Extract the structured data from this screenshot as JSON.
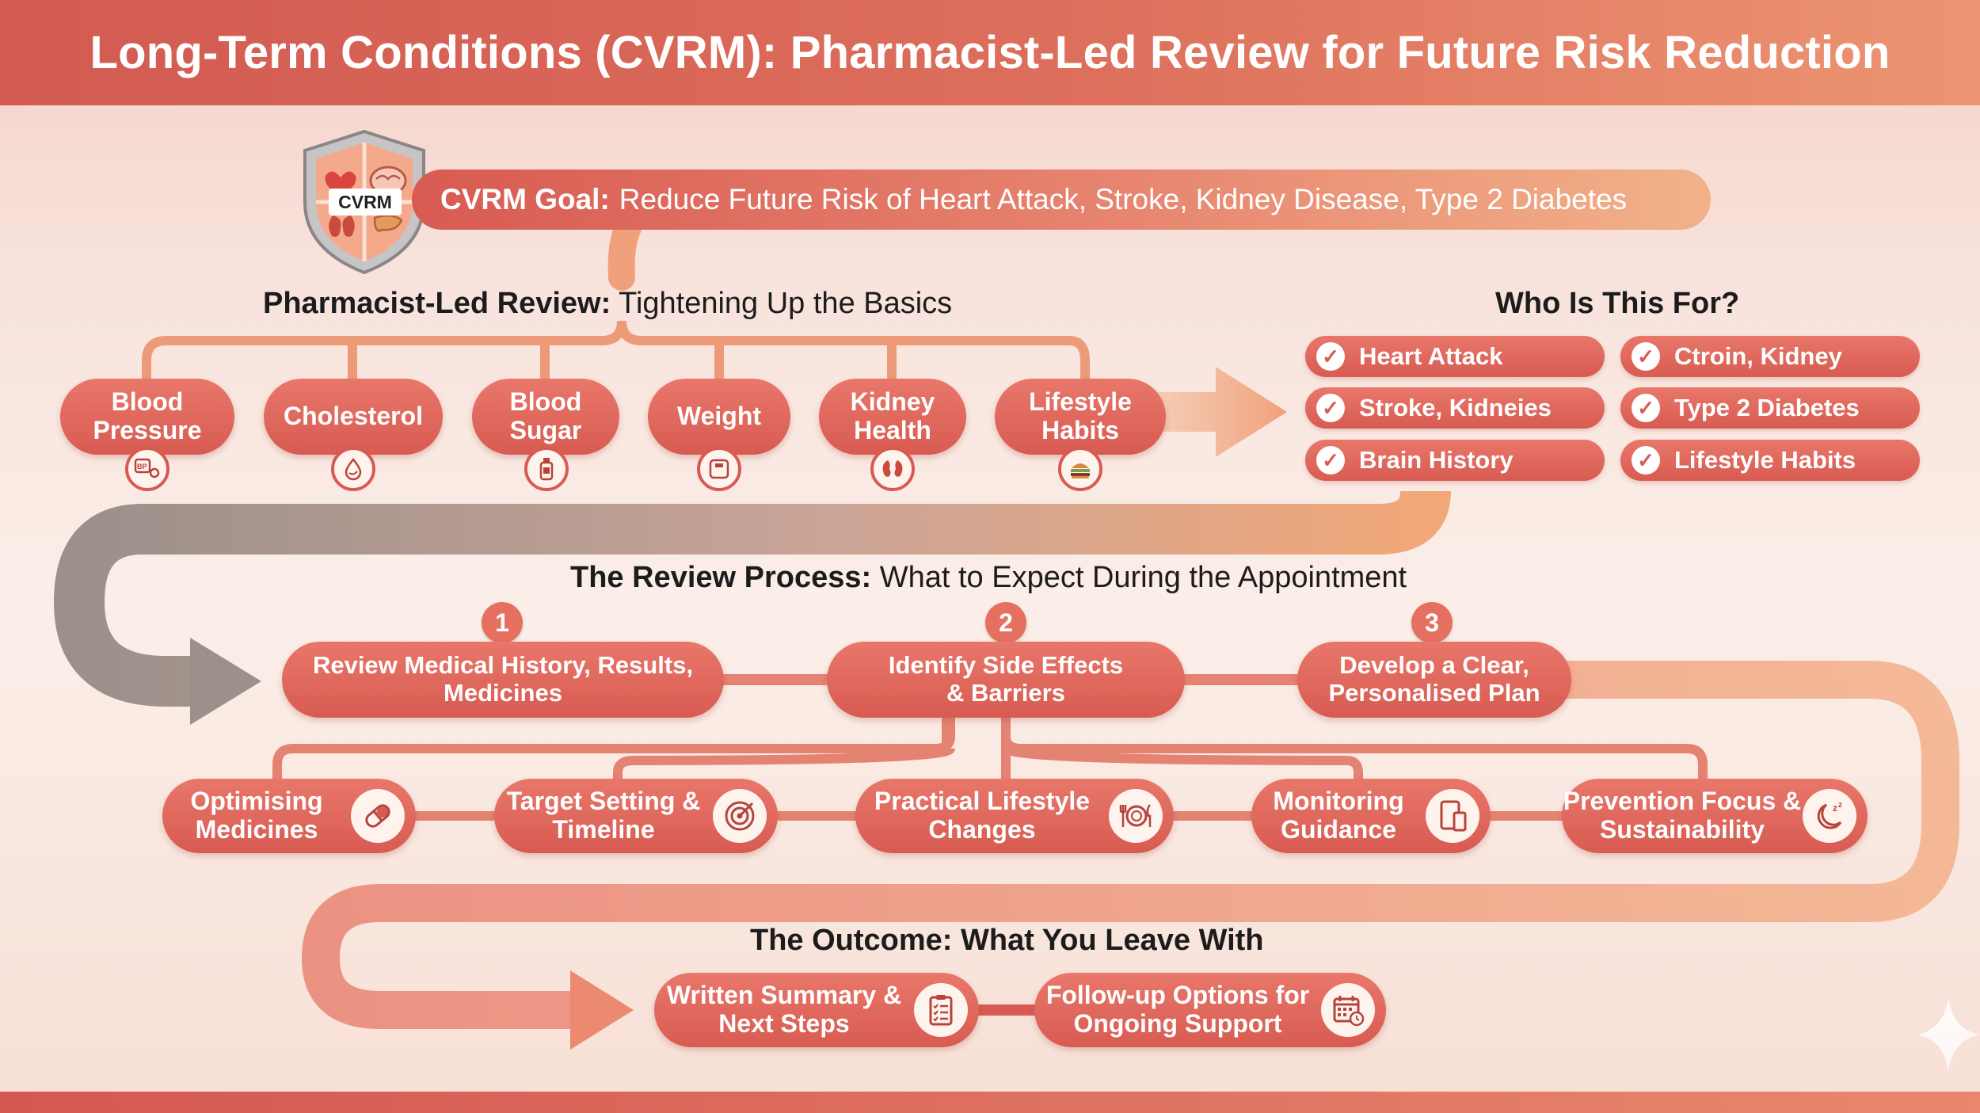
{
  "title": "Long-Term Conditions (CVRM): Pharmacist-Led Review for Future Risk Reduction",
  "shield_label": "CVRM",
  "goal": {
    "lead": "CVRM Goal:",
    "text": "Reduce Future Risk of Heart Attack, Stroke, Kidney Disease, Type 2 Diabetes"
  },
  "basics": {
    "heading_bold": "Pharmacist-Led Review:",
    "heading_rest": " Tightening Up the Basics",
    "items": [
      {
        "label": "Blood Pressure",
        "icon": "blood-pressure-monitor-icon"
      },
      {
        "label": "Cholesterol",
        "icon": "lipid-drop-icon"
      },
      {
        "label": "Blood Sugar",
        "icon": "glucose-bottle-icon"
      },
      {
        "label": "Weight",
        "icon": "scale-icon"
      },
      {
        "label": "Kidney Health",
        "icon": "kidney-icon"
      },
      {
        "label": "Lifestyle Habits",
        "icon": "burger-icon"
      }
    ]
  },
  "who": {
    "heading": "Who Is This For?",
    "items": [
      "Heart Attack",
      "Ctroin, Kidney",
      "Stroke, Kidneies",
      "Type 2 Diabetes",
      "Brain History",
      "Lifestyle Habits"
    ]
  },
  "process": {
    "heading_bold": "The Review Process:",
    "heading_rest": " What to Expect During the Appointment",
    "steps": [
      {
        "num": "1",
        "label": "Review Medical History, Results, Medicines"
      },
      {
        "num": "2",
        "label": "Identify Side Effects & Barriers"
      },
      {
        "num": "3",
        "label": "Develop a Clear, Personalised Plan"
      }
    ],
    "actions": [
      {
        "label": "Optimising Medicines",
        "icon": "pill-capsule-icon"
      },
      {
        "label": "Target Setting & Timeline",
        "icon": "target-icon"
      },
      {
        "label": "Practical Lifestyle Changes",
        "icon": "plate-cutlery-icon"
      },
      {
        "label": "Monitoring Guidance",
        "icon": "devices-icon"
      },
      {
        "label": "Prevention Focus & Sustainability",
        "icon": "moon-sleep-icon"
      }
    ]
  },
  "outcome": {
    "heading": "The Outcome: What You Leave With",
    "items": [
      {
        "label": "Written Summary & Next Steps",
        "icon": "clipboard-checklist-icon"
      },
      {
        "label": "Follow-up Options for Ongoing Support",
        "icon": "calendar-clock-icon"
      }
    ]
  },
  "colors": {
    "primary": "#d85b52",
    "accent": "#e78570",
    "light": "#f2b289",
    "background": "#fbeee8",
    "connector_grey": "#a69a95"
  }
}
